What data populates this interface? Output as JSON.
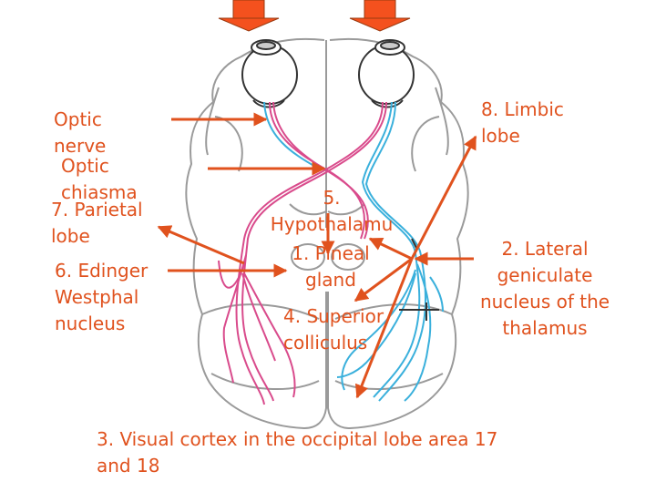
{
  "labels": {
    "optic_nerve": "Optic\nnerve",
    "optic_chiasma": "Optic\nchiasma",
    "parietal_lobe": "7. Parietal\nlobe",
    "hypothalamus": "5.\nHypothalamu",
    "pineal_gland": "1. Pineal\ngland",
    "edinger_westphal": "6. Edinger\nWestphal\nnucleus",
    "superior_colliculus": "4. Superior\ncolliculus",
    "limbic_lobe": "8. Limbic\nlobe",
    "lateral_geniculate": "2. Lateral\ngeniculate\nnucleus of the\nthalamus",
    "visual_cortex": "3. Visual cortex in the occipital lobe area 17\nand 18"
  },
  "colors": {
    "label_text": "#e0521e",
    "arrow": "#e0521e",
    "light_arrow_fill": "#f4511e",
    "brain_outline": "#9a9a9a",
    "nasal_pathway": "#d94b8c",
    "temporal_pathway": "#3ab0dc",
    "eye_outline": "#333333"
  }
}
